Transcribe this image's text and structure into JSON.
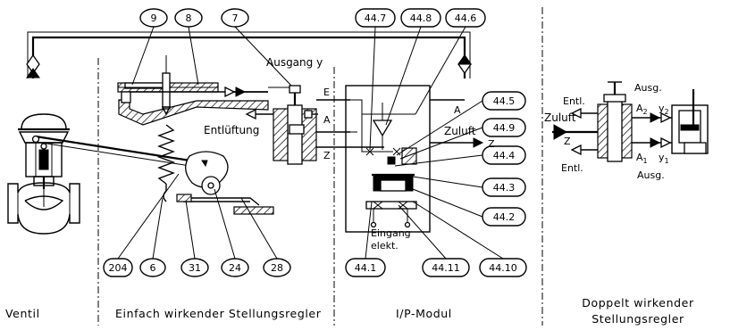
{
  "diagram": {
    "callouts": {
      "c9": "9",
      "c8": "8",
      "c7": "7",
      "c44_7": "44.7",
      "c44_8": "44.8",
      "c44_6": "44.6",
      "c44_5": "44.5",
      "c44_9": "44.9",
      "c44_4": "44.4",
      "c44_3": "44.3",
      "c44_2": "44.2",
      "c204": "204",
      "c6": "6",
      "c31": "31",
      "c24": "24",
      "c28": "28",
      "c44_1": "44.1",
      "c44_11": "44.11",
      "c44_10": "44.10"
    },
    "labels": {
      "ausgang_y": "Ausgang y",
      "entlueftung": "Entlüftung",
      "zuluft_mid": "Zuluft",
      "e_port": "E",
      "a_port": "A",
      "z_port": "Z",
      "a_right": "A",
      "z_right": "Z",
      "eingang": "Eingang",
      "elekt": "elekt.",
      "entl_top": "Entl.",
      "ausg_top": "Ausg.",
      "zuluft_right": "Zuluft",
      "z_far": "Z",
      "entl_bottom": "Entl.",
      "ausg_bottom": "Ausg.",
      "a2": "A",
      "a2_sub": "2",
      "y2": "y",
      "y2_sub": "2",
      "a1": "A",
      "a1_sub": "1",
      "y1": "y",
      "y1_sub": "1"
    },
    "sections": {
      "ventil": "Ventil",
      "einfach": "Einfach wirkender Stellungsregler",
      "ip_modul": "I/P-Modul",
      "doppelt_line1": "Doppelt wirkender",
      "doppelt_line2": "Stellungsregler"
    }
  }
}
